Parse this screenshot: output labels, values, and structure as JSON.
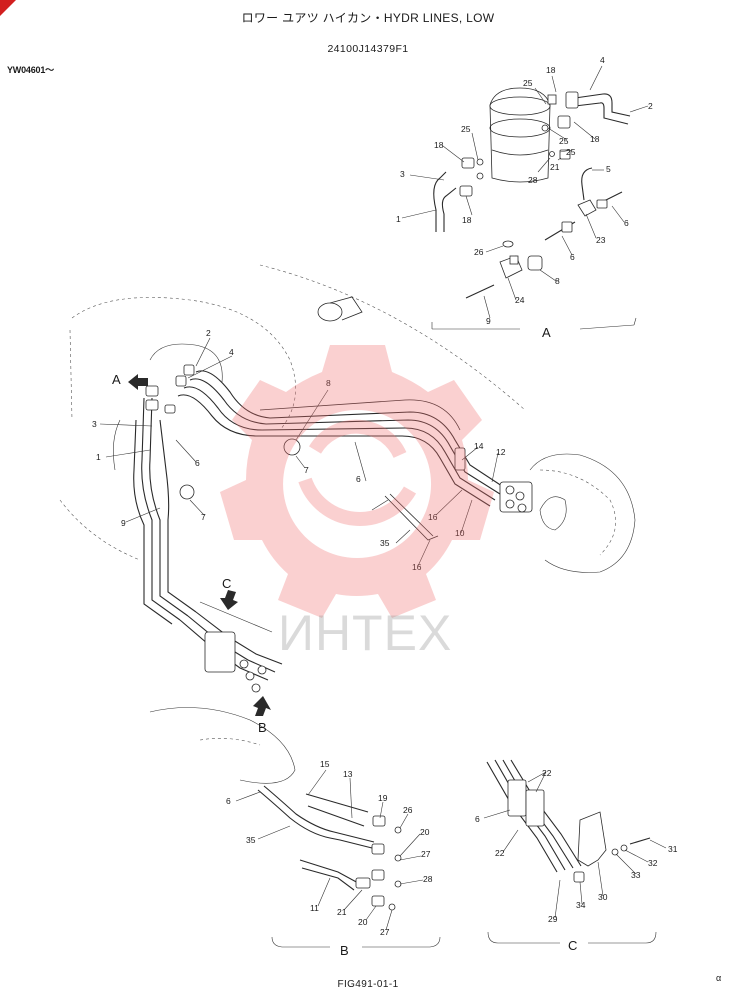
{
  "header": {
    "title": "ロワー ユアツ ハイカン・HYDR LINES, LOW",
    "part_number": "24100J14379F1",
    "serial_range": "YW04601～"
  },
  "footer": {
    "figure_id": "FIG491-01-1",
    "corner_mark": "α"
  },
  "watermark": {
    "text": "ИНТЕХ"
  },
  "view_letters": [
    "A",
    "A",
    "B",
    "B",
    "C",
    "C"
  ],
  "callouts": [
    "18",
    "4",
    "25",
    "2",
    "18",
    "25",
    "25",
    "18",
    "5",
    "3",
    "28",
    "21",
    "25",
    "6",
    "18",
    "1",
    "23",
    "26",
    "6",
    "8",
    "24",
    "9",
    "2",
    "4",
    "3",
    "8",
    "1",
    "6",
    "7",
    "7",
    "9",
    "14",
    "12",
    "6",
    "16",
    "10",
    "35",
    "16",
    "15",
    "13",
    "6",
    "19",
    "26",
    "20",
    "35",
    "27",
    "28",
    "11",
    "21",
    "20",
    "27",
    "22",
    "6",
    "22",
    "31",
    "32",
    "33",
    "30",
    "34",
    "29"
  ]
}
